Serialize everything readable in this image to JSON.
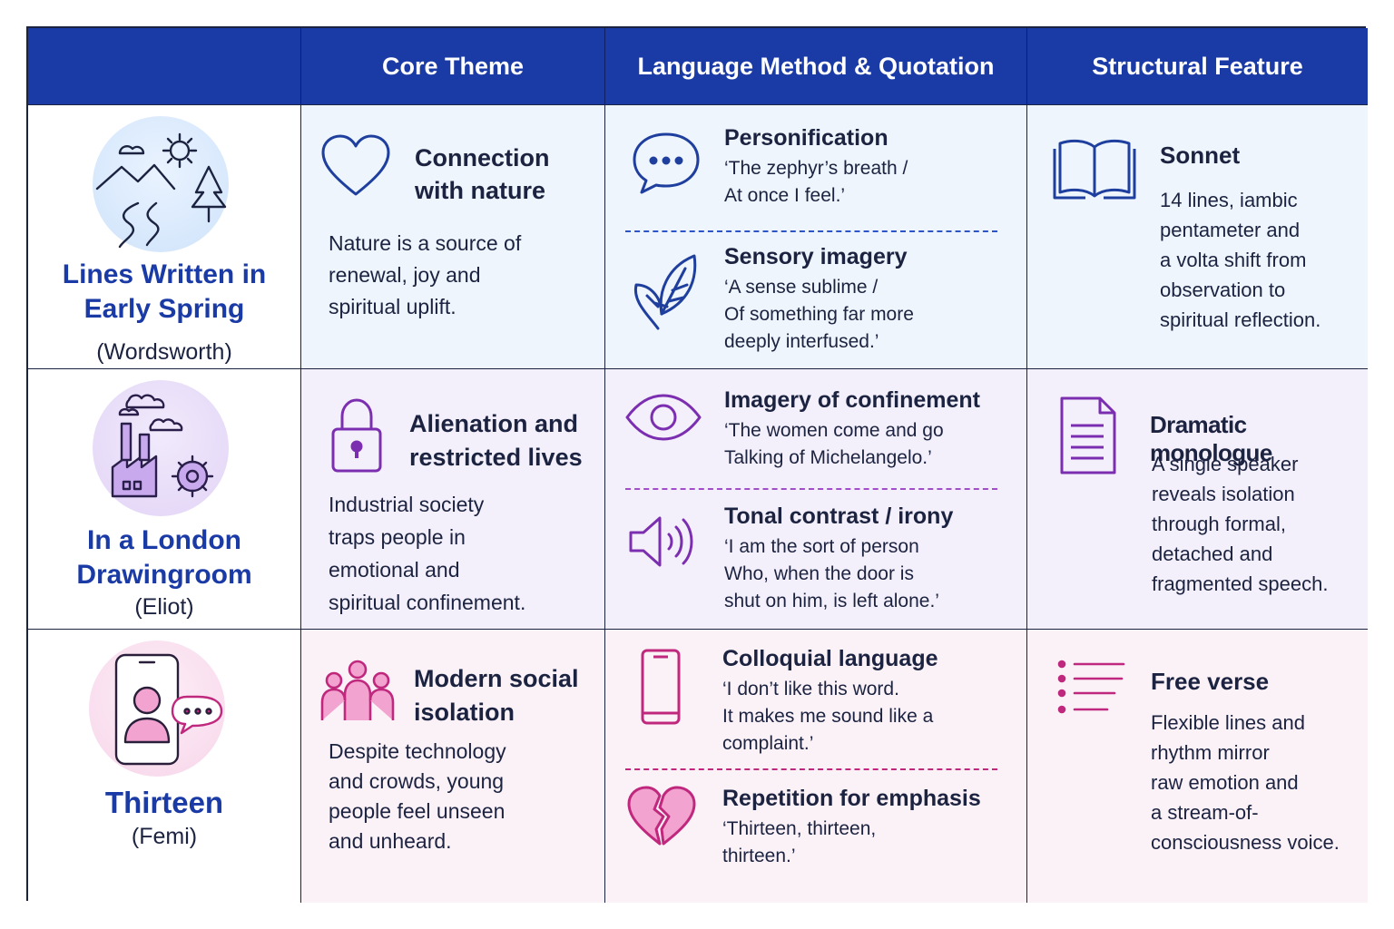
{
  "headers": [
    "",
    "Core Theme",
    "Language Method & Quotation",
    "Structural Feature"
  ],
  "colors": {
    "header_bg": "#1a3aa6",
    "title_blue": "#1a3aa6",
    "row1_bg": "#eef5fd",
    "row2_bg": "#f4f0fb",
    "row3_bg": "#fbf2f8",
    "icon_blue": "#1f3f9e",
    "icon_purple": "#7b2fb0",
    "icon_pink": "#c0287e"
  },
  "rows": [
    {
      "poem": {
        "title": "Lines Written in Early Spring",
        "title_line1": "Lines Written in",
        "title_line2": "Early Spring",
        "author": "(Wordsworth)",
        "icon": "landscape-icon"
      },
      "theme": {
        "title_line1": "Connection",
        "title_line2": "with nature",
        "icon": "heart-icon",
        "body": [
          "Nature is a source of",
          "renewal, joy and",
          "spiritual uplift."
        ]
      },
      "methods": [
        {
          "title": "Personification",
          "quote": "‘The zephyr’s breath /\nAt once I feel.’",
          "icon": "speech-bubble-icon"
        },
        {
          "title": "Sensory imagery",
          "quote": "‘A sense sublime /\nOf something far more\ndeeply interfused.’",
          "icon": "leaf-icon"
        }
      ],
      "structure": {
        "title": "Sonnet",
        "icon": "open-book-icon",
        "body": [
          "14 lines, iambic",
          "pentameter and",
          "a volta shift from",
          "observation to",
          "spiritual reflection."
        ]
      }
    },
    {
      "poem": {
        "title": "In a London Drawingroom",
        "title_line1": "In a London",
        "title_line2": "Drawingroom",
        "author": "(Eliot)",
        "icon": "factory-icon"
      },
      "theme": {
        "title_line1": "Alienation and",
        "title_line2": "restricted lives",
        "icon": "padlock-icon",
        "body": [
          "Industrial society",
          "traps people in",
          "emotional and",
          "spiritual confinement."
        ]
      },
      "methods": [
        {
          "title": "Imagery of confinement",
          "quote": "‘The women come and go\nTalking of Michelangelo.’",
          "icon": "eye-icon"
        },
        {
          "title": "Tonal contrast / irony",
          "quote": "‘I am the sort of person\nWho, when the door is\nshut on him, is left alone.’",
          "icon": "speaker-icon"
        }
      ],
      "structure": {
        "title": "Dramatic monologue",
        "icon": "document-icon",
        "body": [
          "A single speaker",
          "reveals isolation",
          "through formal,",
          "detached and",
          "fragmented speech."
        ]
      }
    },
    {
      "poem": {
        "title": "Thirteen",
        "title_line1": "Thirteen",
        "title_line2": "",
        "author": "(Femi)",
        "icon": "phone-chat-icon"
      },
      "theme": {
        "title_line1": "Modern social",
        "title_line2": "isolation",
        "icon": "crowd-icon",
        "body": [
          "Despite technology",
          "and crowds, young",
          "people feel unseen",
          "and unheard."
        ]
      },
      "methods": [
        {
          "title": "Colloquial language",
          "quote": "‘I don’t like this word.\nIt makes me sound like a\ncomplaint.’",
          "icon": "smartphone-icon"
        },
        {
          "title": "Repetition for emphasis",
          "quote": "‘Thirteen, thirteen,\nthirteen.’",
          "icon": "broken-heart-icon"
        }
      ],
      "structure": {
        "title": "Free verse",
        "icon": "list-icon",
        "body": [
          "Flexible lines and",
          "rhythm mirror",
          "raw emotion and",
          "a stream-of-",
          "consciousness voice."
        ]
      }
    }
  ]
}
